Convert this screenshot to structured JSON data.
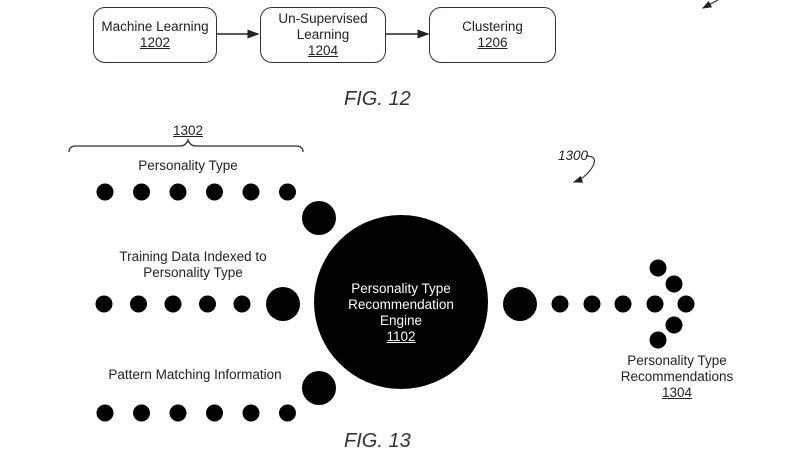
{
  "fig12": {
    "caption": "FIG. 12",
    "boxes": [
      {
        "title": "Machine Learning",
        "ref": "1202"
      },
      {
        "title": "Un-Supervised Learning",
        "title_line1": "Un-Supervised",
        "title_line2": "Learning",
        "ref": "1204"
      },
      {
        "title": "Clustering",
        "ref": "1206"
      }
    ]
  },
  "fig13": {
    "caption": "FIG. 13",
    "diagram_ref": "1300",
    "input_group_ref": "1302",
    "inputs": [
      {
        "label": "Personality Type",
        "dots": 6
      },
      {
        "label_line1": "Training Data Indexed to",
        "label_line2": "Personality Type",
        "dots": 5
      },
      {
        "label": "Pattern Matching Information",
        "dots": 6
      }
    ],
    "engine": {
      "line1": "Personality Type",
      "line2": "Recommendation",
      "line3": "Engine",
      "ref": "1102"
    },
    "output": {
      "line1": "Personality Type",
      "line2": "Recommendations",
      "ref": "1304"
    }
  }
}
